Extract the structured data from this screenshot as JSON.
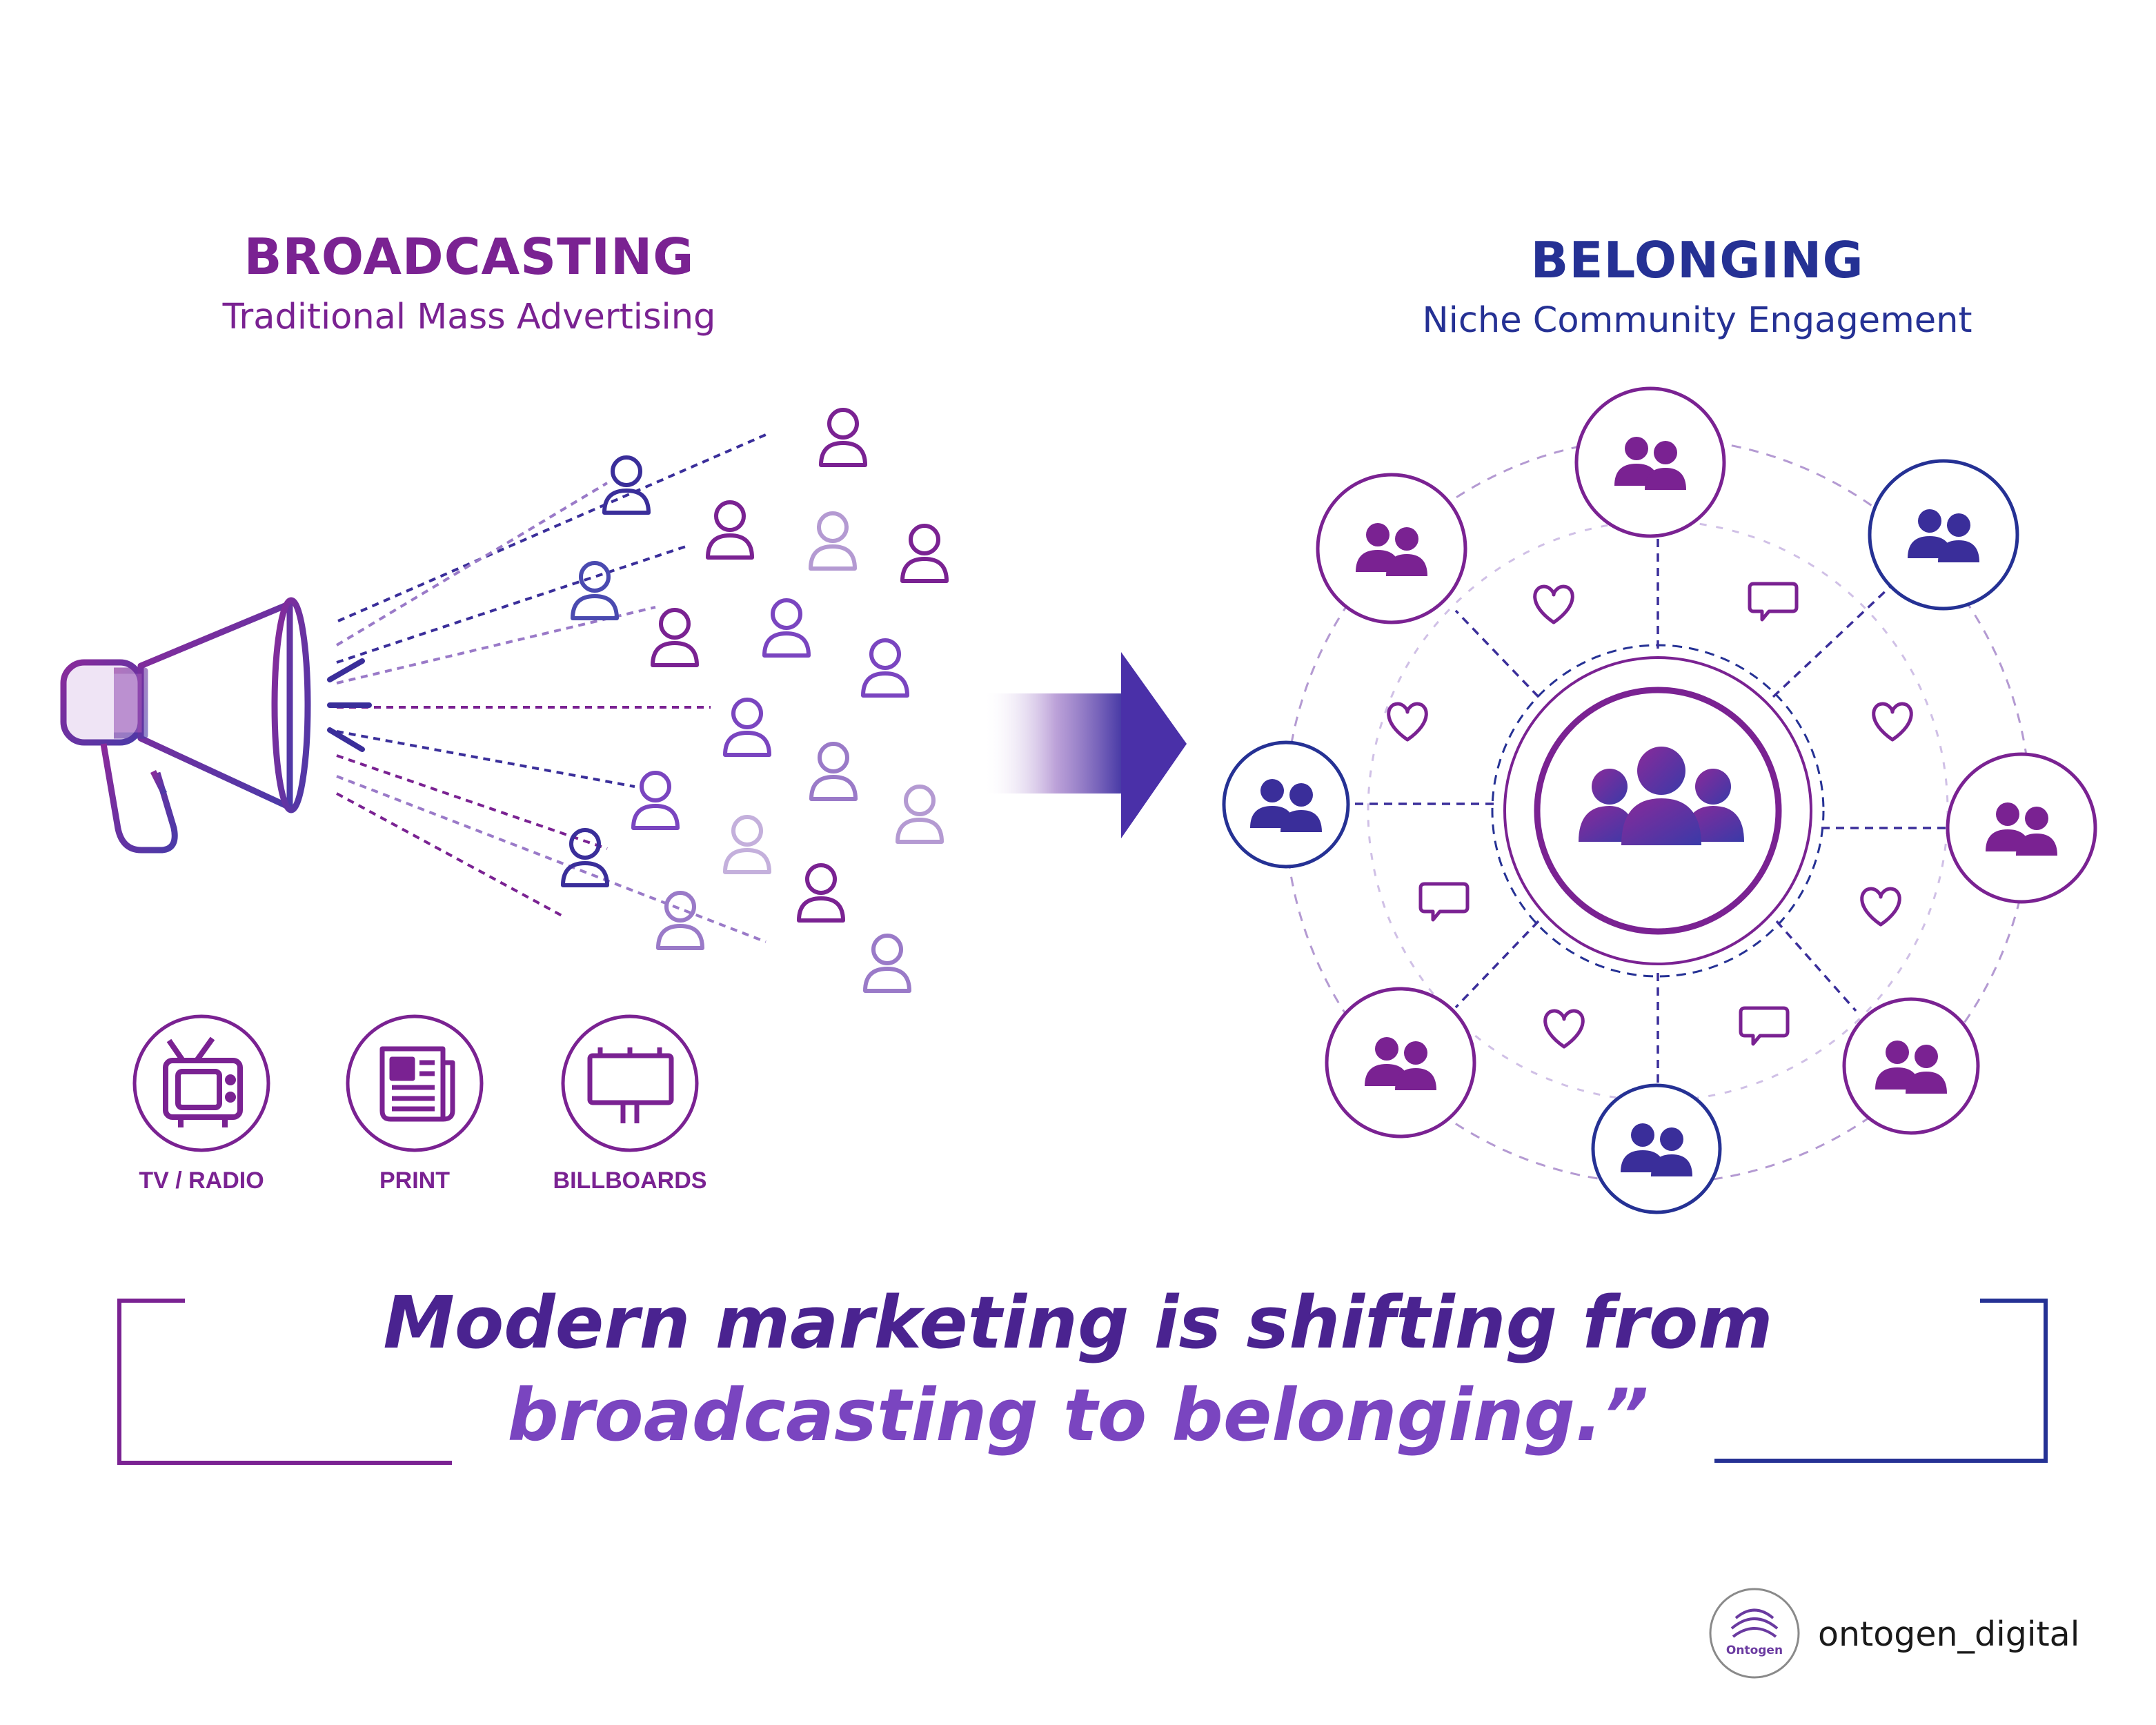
{
  "left": {
    "title": "BROADCASTING",
    "subtitle": "Traditional Mass Advertising",
    "media": [
      {
        "label": "TV / RADIO",
        "icon": "tv-icon"
      },
      {
        "label": "PRINT",
        "icon": "newspaper-icon"
      },
      {
        "label": "BILLBOARDS",
        "icon": "billboard-icon"
      }
    ]
  },
  "right": {
    "title": "BELONGING",
    "subtitle": "Niche Community Engagement"
  },
  "quote": {
    "line1": "Modern marketing is shifting from",
    "line2": "broadcasting to belonging.”"
  },
  "brand": {
    "handle": "ontogen_digital",
    "logo_text": "Ontogen"
  },
  "colors": {
    "purple": "#7a2292",
    "navy": "#253194",
    "violet": "#7a45c0",
    "lavender": "#b49ad2"
  },
  "icons": [
    "megaphone-icon",
    "person-icon",
    "group-icon",
    "heart-icon",
    "chat-bubble-icon",
    "arrow-right-icon"
  ]
}
